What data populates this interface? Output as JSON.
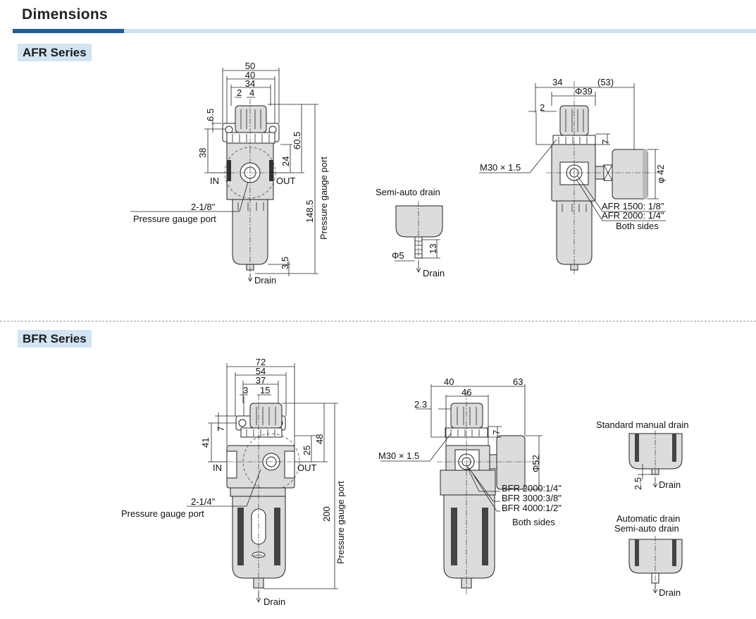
{
  "header": {
    "title": "Dimensions"
  },
  "afr": {
    "label": "AFR Series",
    "front": {
      "w50": "50",
      "w40": "40",
      "w34": "34",
      "d2": "2",
      "d4": "4",
      "h65": "6.5",
      "h38": "38",
      "h605": "60.5",
      "h24": "24",
      "h1485": "148.5",
      "gauge_vertical": "Pressure gauge port",
      "in": "IN",
      "out": "OUT",
      "port": "2-1/8\"",
      "port_label": "Pressure gauge port",
      "h35": "3.5",
      "drain": "Drain"
    },
    "semi_auto": {
      "title": "Semi-auto drain",
      "h13": "13",
      "phi5": "Φ5",
      "drain": "Drain"
    },
    "side": {
      "w34": "34",
      "w53": "(53)",
      "phi39": "Φ39",
      "d2": "2",
      "d7": "7",
      "thread": "M30 × 1.5",
      "phi42": "φ 42",
      "port1": "AFR 1500:  1/8\"",
      "port2": "AFR 2000:  1/4\"",
      "both": "Both sides"
    }
  },
  "bfr": {
    "label": "BFR Series",
    "front": {
      "w72": "72",
      "w54": "54",
      "w37": "37",
      "d3": "3",
      "d15": "15",
      "h7": "7",
      "h41": "41",
      "h25": "25",
      "h48": "48",
      "h200": "200",
      "gauge_vertical": "Pressure gauge port",
      "in": "IN",
      "out": "OUT",
      "port": "2-1/4\"",
      "port_label": "Pressure gauge port",
      "drain": "Drain",
      "brand": "AIRTAC"
    },
    "side": {
      "w40": "40",
      "w63": "63",
      "w46": "46",
      "d23": "2.3",
      "d7": "7",
      "thread": "M30 × 1.5",
      "phi52": "Φ52",
      "port1": "BFR 2000:1/4\"",
      "port2": "BFR 3000:3/8\"",
      "port3": "BFR 4000:1/2\"",
      "both": "Both sides"
    },
    "manual_drain": {
      "title": "Standard manual drain",
      "h25": "2.5",
      "drain": "Drain"
    },
    "auto_drain": {
      "title1": "Automatic drain",
      "title2": "Semi-auto drain",
      "drain": "Drain"
    }
  }
}
